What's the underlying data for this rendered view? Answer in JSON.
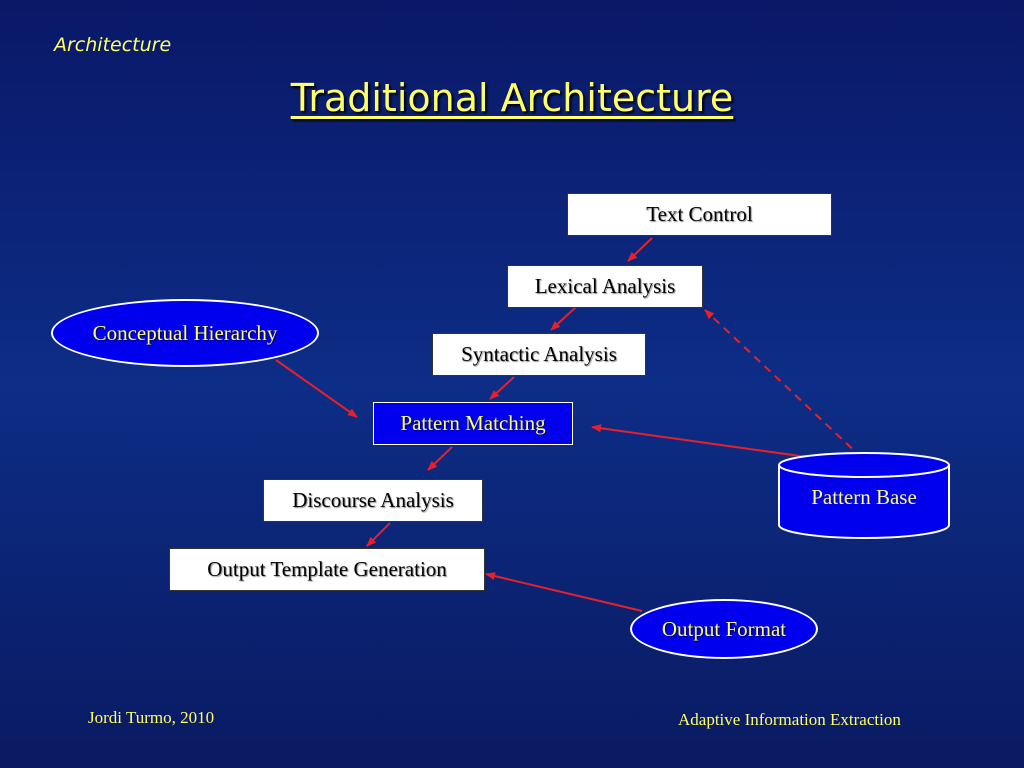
{
  "header": {
    "section_label": "Architecture",
    "title": "Traditional Architecture"
  },
  "nodes": {
    "text_control": "Text Control",
    "lexical_analysis": "Lexical Analysis",
    "syntactic_analysis": "Syntactic Analysis",
    "pattern_matching": "Pattern Matching",
    "discourse_analysis": "Discourse Analysis",
    "output_template_generation": "Output Template Generation",
    "conceptual_hierarchy": "Conceptual Hierarchy",
    "pattern_base": "Pattern Base",
    "output_format": "Output Format"
  },
  "footer": {
    "author": "Jordi Turmo, 2010",
    "course": "Adaptive Information Extraction"
  },
  "colors": {
    "background": "#0d2d86",
    "text_accent": "#ffff66",
    "node_blue": "#0000ee",
    "node_white": "#ffffff",
    "arrow": "#e8202a"
  }
}
